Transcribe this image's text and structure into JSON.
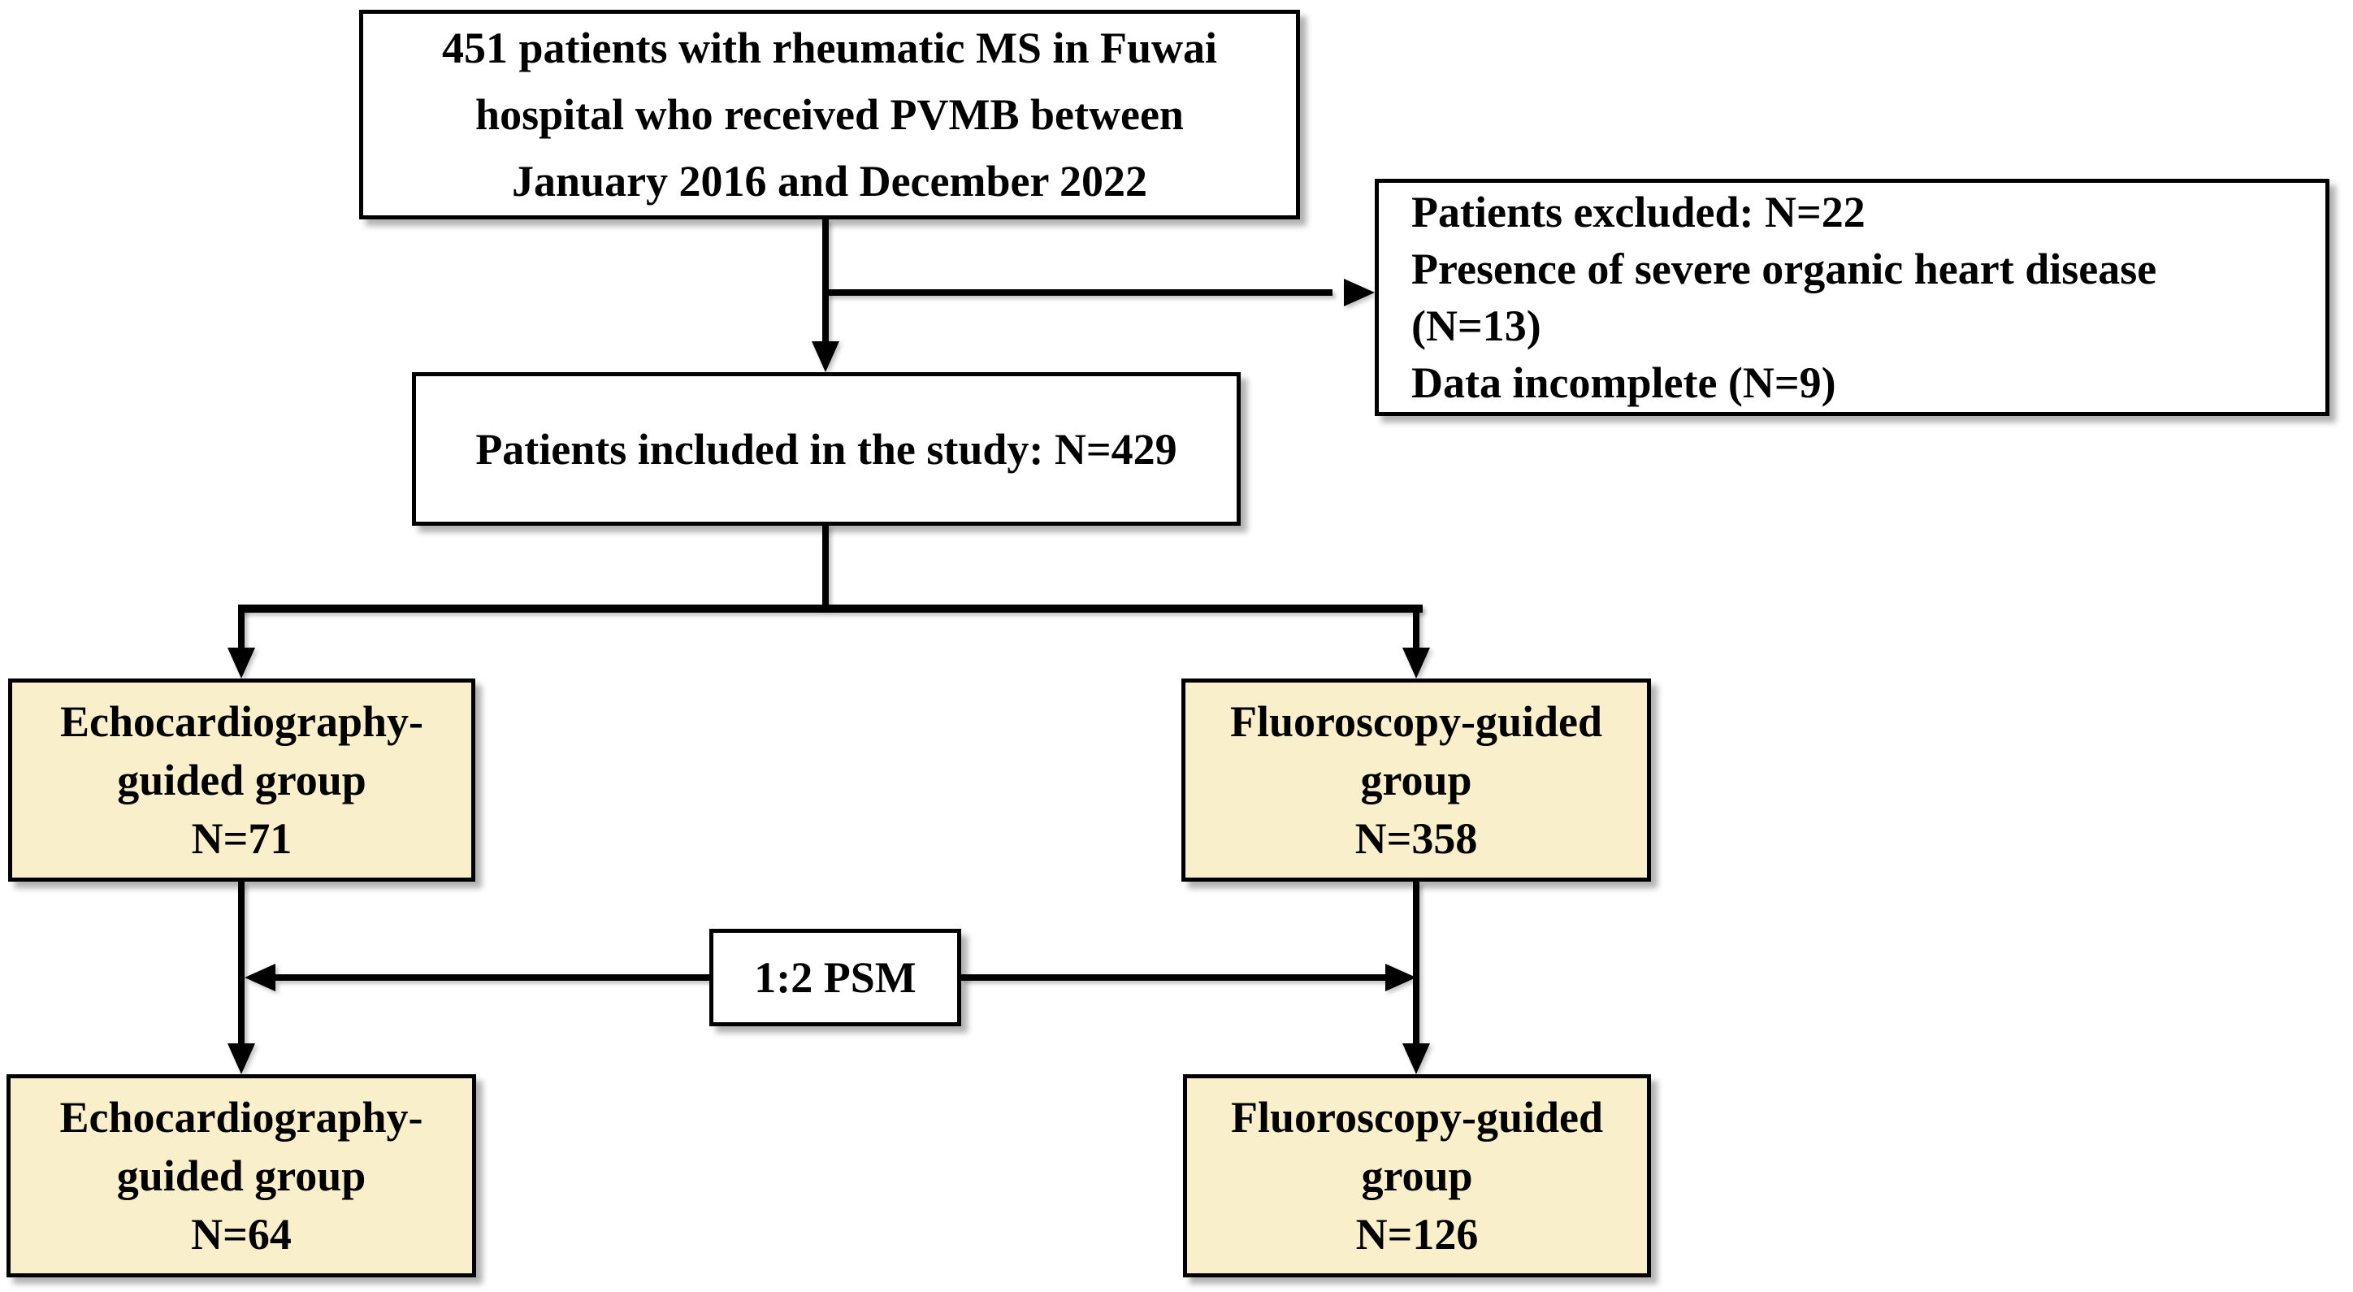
{
  "colors": {
    "background": "#ffffff",
    "box_fill_white": "#ffffff",
    "box_fill_cream": "#FAEFCB",
    "line": "#000000",
    "text": "#000000"
  },
  "nodes": {
    "initial": {
      "lines": [
        "451 patients with rheumatic MS in Fuwai",
        "hospital who received PVMB between",
        "January 2016 and December 2022"
      ]
    },
    "excluded": {
      "lines": [
        "Patients excluded: N=22",
        "Presence of severe organic heart disease",
        "(N=13)",
        "Data incomplete (N=9)"
      ]
    },
    "included": {
      "lines": [
        "Patients included in the study: N=429"
      ]
    },
    "echo_upper": {
      "lines": [
        "Echocardiography-",
        "guided group",
        "N=71"
      ]
    },
    "fluoro_upper": {
      "lines": [
        "Fluoroscopy-guided",
        "group",
        "N=358"
      ]
    },
    "psm": {
      "label": "1:2 PSM"
    },
    "echo_lower": {
      "lines": [
        "Echocardiography-",
        "guided group",
        "N=64"
      ]
    },
    "fluoro_lower": {
      "lines": [
        "Fluoroscopy-guided",
        "group",
        "N=126"
      ]
    }
  }
}
